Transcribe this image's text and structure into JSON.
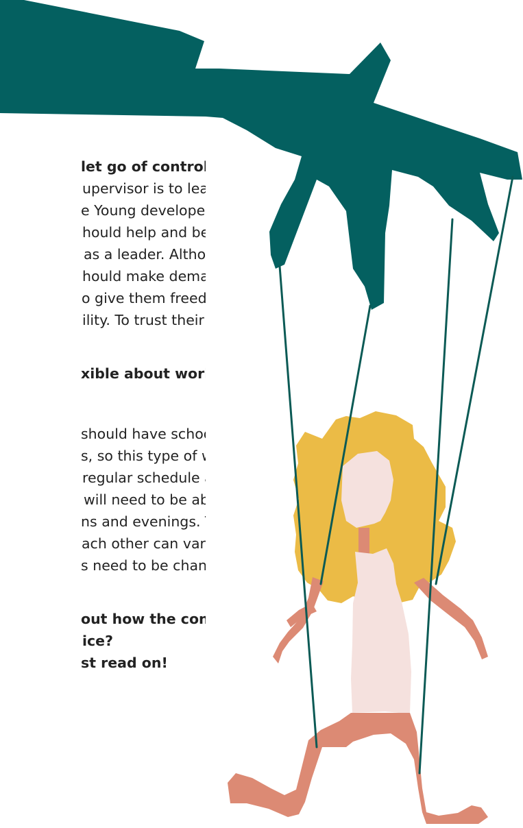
{
  "colors": {
    "hand": "#046060",
    "string": "#0b5a55",
    "hair": "#ebbb46",
    "skin": "#dc8a74",
    "face": "#f5e1de",
    "dress": "#f5e1de",
    "text": "#222222"
  },
  "section1": {
    "heading": "let go of control?",
    "lines": [
      "upervisor is to lead",
      "e Young developers",
      "hould help and be there",
      "as a leader. Although",
      "hould make demands,",
      "o give them freedom",
      "ility. To trust their own"
    ]
  },
  "section2": {
    "heading": "xible about working",
    "lines": [
      "should have school as",
      "s, so this type of work",
      "regular schedule as a",
      "will need to be able to",
      "ns and evenings. The",
      "ach other can vary, and",
      "s need to be changed at"
    ]
  },
  "closing": {
    "lines": [
      "out how the concept",
      "ice?",
      "st read on!"
    ]
  },
  "illustration": {
    "hand_icon": "puppeteer-hand-icon",
    "puppet_icon": "marionette-girl-icon"
  }
}
